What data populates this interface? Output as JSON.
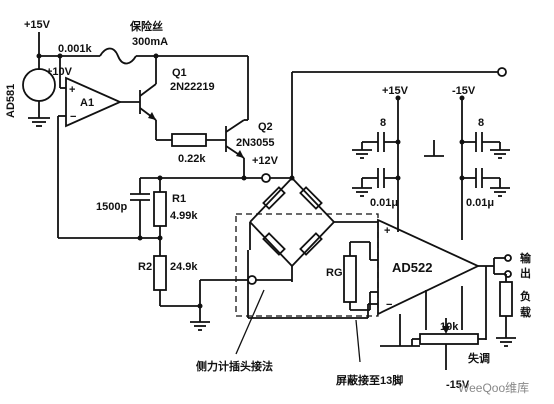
{
  "labels": {
    "supply_plus15_topleft": "+15V",
    "ad581": "AD581",
    "plus10v": "+10V",
    "r_0001k": "0.001k",
    "fuse_line1": "保险丝",
    "fuse_line2": "300mA",
    "a1": "A1",
    "q1": "Q1",
    "q1_part": "2N22219",
    "q2": "Q2",
    "q2_part": "2N3055",
    "r_022k": "0.22k",
    "plus12v": "+12V",
    "c_1500p": "1500p",
    "r1": "R1",
    "r1_val": "4.99k",
    "r2": "R2",
    "r2_val": "24.9k",
    "supply_plus15_right": "+15V",
    "supply_minus15_right": "-15V",
    "cap_8_a": "8",
    "cap_8_b": "8",
    "cap_001_a": "0.01μ",
    "cap_001_b": "0.01μ",
    "rg": "RG",
    "ad522": "AD522",
    "output_line1": "输",
    "output_line2": "出",
    "load_line1": "负",
    "load_line2": "载",
    "r_10k": "10k",
    "offset_adjust": "失调",
    "supply_minus15_bottom": "-15V",
    "strain_gauge_note": "侧力计插头接法",
    "shield_note": "屏蔽接至13脚",
    "watermark": "WeeQoo维库"
  }
}
